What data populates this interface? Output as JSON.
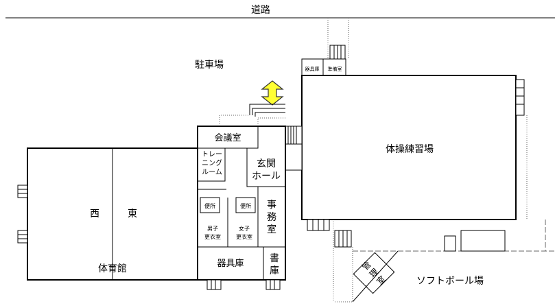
{
  "labels": {
    "road": "道路",
    "parking": "駐車場",
    "storage_small": "器具庫",
    "prep_room": "準備室",
    "gymnastics_hall": "体操練習場",
    "meeting_room": "会議室",
    "training_room": "トレー\nニング\nルーム",
    "entrance_hall": "玄関\nホール",
    "toilet_men": "便所",
    "toilet_women": "便所",
    "office": "事\n務\n室",
    "locker_men": "男子\n更衣室",
    "locker_women": "女子\n更衣室",
    "equipment_storage": "器具庫",
    "library": "書\n庫",
    "west": "西",
    "east": "東",
    "gymnasium": "体育館",
    "management_room": "管\n理\n室",
    "softball_field": "ソフトボール場"
  },
  "colors": {
    "arrow_fill": "#ffff33",
    "arrow_stroke": "#333333",
    "wall": "#000000",
    "dotted": "#666666"
  },
  "icons": {
    "entrance_arrow": "double-arrow-vertical-icon"
  }
}
